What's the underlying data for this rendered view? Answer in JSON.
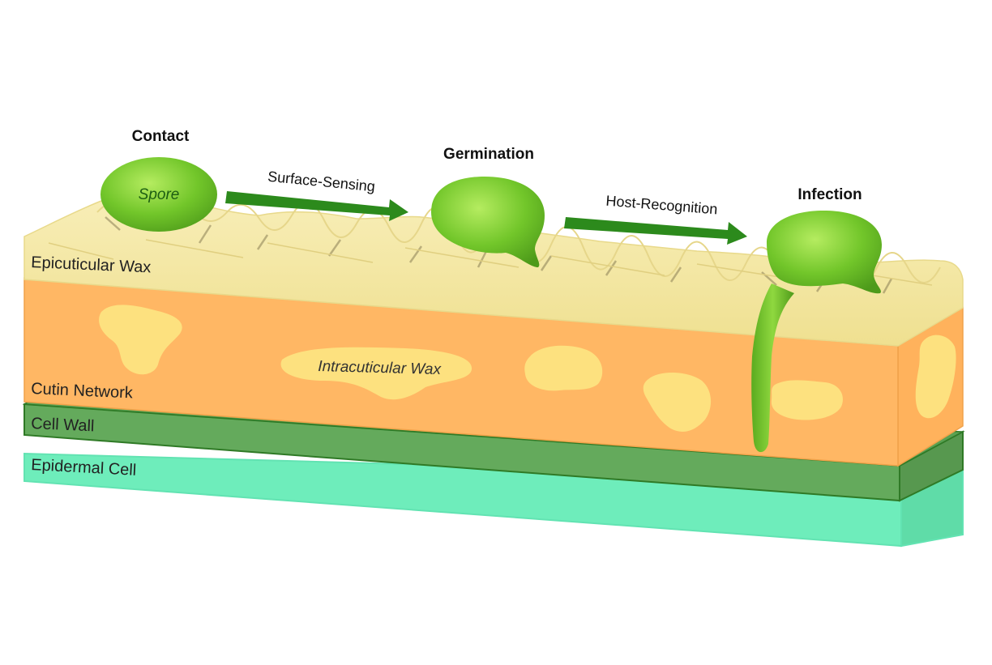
{
  "stages": {
    "contact": "Contact",
    "germination": "Germination",
    "infection": "Infection"
  },
  "arrows": {
    "surface_sensing": "Surface-Sensing",
    "host_recognition": "Host-Recognition"
  },
  "layers": {
    "epicuticular_wax": "Epicuticular Wax",
    "cutin_network": "Cutin Network",
    "cell_wall": "Cell Wall",
    "epidermal_cell": "Epidermal Cell"
  },
  "labels": {
    "spore": "Spore",
    "intracuticular_wax": "Intracuticular Wax"
  },
  "colors": {
    "wax": "#f2e6a0",
    "cutin": "#ffb764",
    "wax_inclusion": "#fde17f",
    "cell_wall": "#62a85a",
    "epidermal": "#6eedbb",
    "spore": "#6fc52a",
    "arrow": "#2c8a1c"
  }
}
